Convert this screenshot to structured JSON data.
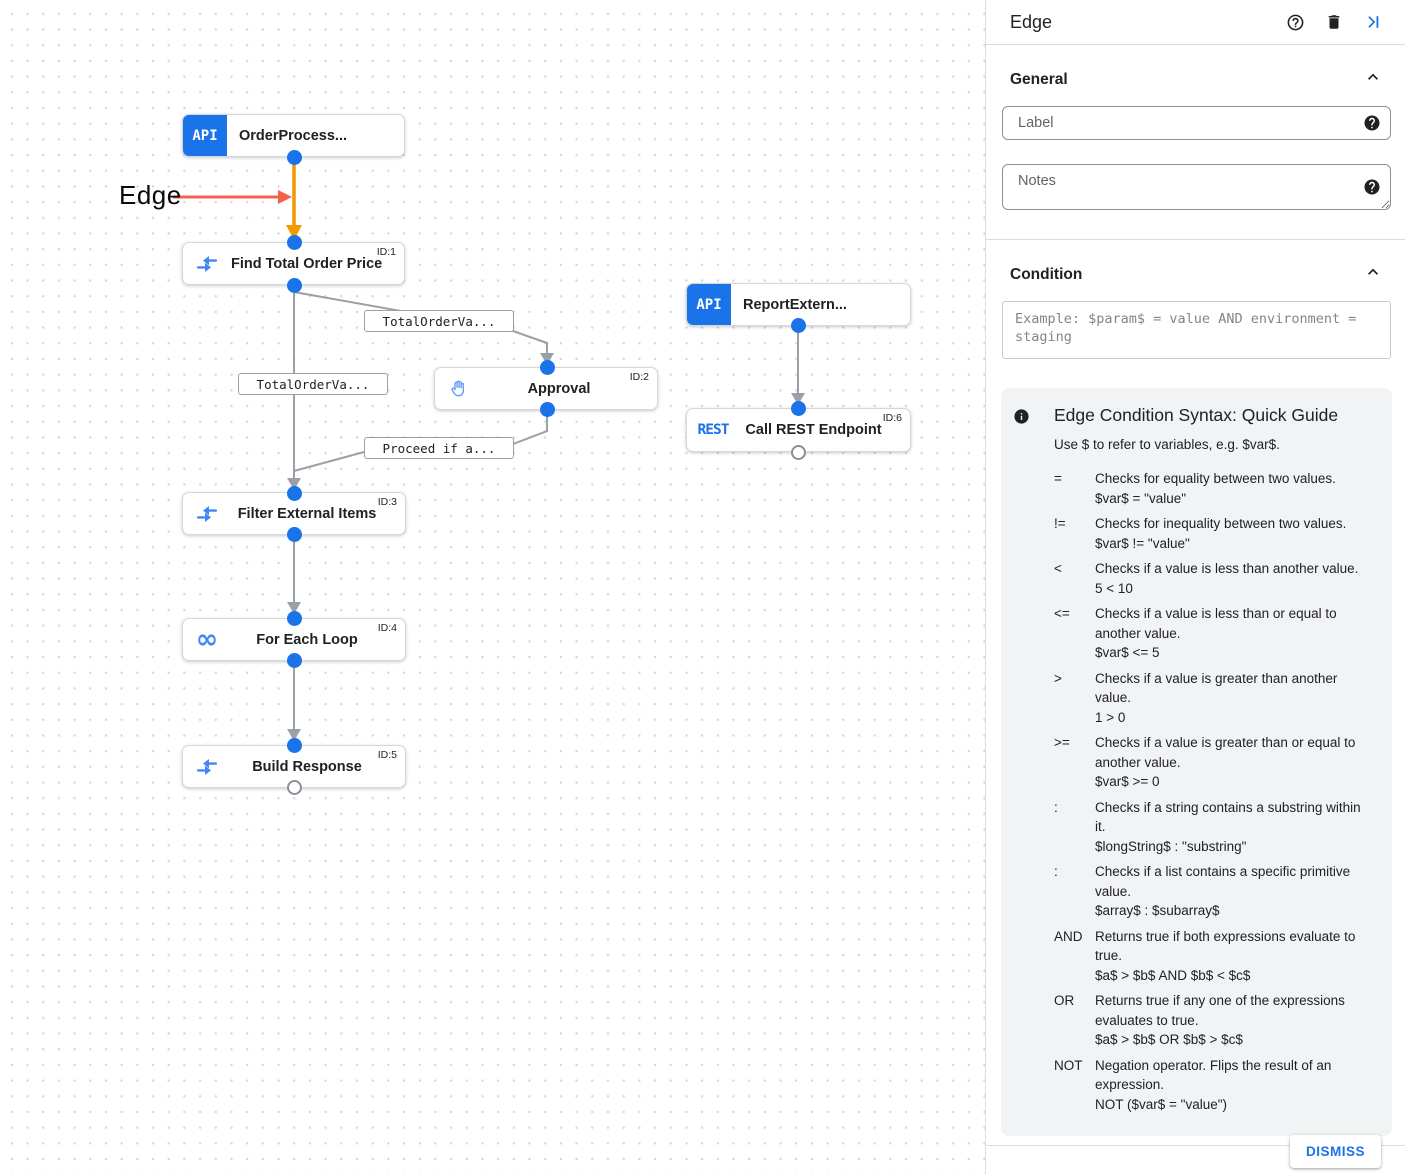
{
  "colors": {
    "accent_blue": "#1a73e8",
    "icon_blue": "#4285f4",
    "selected_edge_orange": "#f29900",
    "annotation_red": "#f4604c",
    "edge_gray": "#9aa0a6"
  },
  "canvas": {
    "annotation_label": "Edge",
    "nodes": [
      {
        "title": "OrderProcess...",
        "badge": "API",
        "id_tag": ""
      },
      {
        "title": "Find Total Order Price",
        "id_tag": "ID:1",
        "icon": "data-mapping"
      },
      {
        "title": "ReportExtern...",
        "badge": "API",
        "id_tag": ""
      },
      {
        "title": "Approval",
        "id_tag": "ID:2",
        "icon": "hand"
      },
      {
        "title": "Call REST Endpoint",
        "id_tag": "ID:6",
        "icon_text": "REST"
      },
      {
        "title": "Filter External Items",
        "id_tag": "ID:3",
        "icon": "data-mapping"
      },
      {
        "title": "For Each Loop",
        "id_tag": "ID:4",
        "icon_text": "∞"
      },
      {
        "title": "Build Response",
        "id_tag": "ID:5",
        "icon": "data-mapping"
      }
    ],
    "edge_labels": [
      "TotalOrderVa...",
      "TotalOrderVa...",
      "Proceed if a..."
    ]
  },
  "panel": {
    "title": "Edge",
    "sections": {
      "general": "General",
      "condition": "Condition"
    },
    "fields": {
      "label_placeholder": "Label",
      "notes_placeholder": "Notes",
      "condition_placeholder": "Example: $param$ = value AND environment = staging"
    },
    "guide": {
      "title": "Edge Condition Syntax: Quick Guide",
      "intro": "Use $ to refer to variables, e.g. $var$.",
      "rules": [
        {
          "op": "=",
          "desc": "Checks for equality between two values.",
          "example": "$var$ = \"value\""
        },
        {
          "op": "!=",
          "desc": "Checks for inequality between two values.",
          "example": "$var$ != \"value\""
        },
        {
          "op": "<",
          "desc": "Checks if a value is less than another value.",
          "example": "5 < 10"
        },
        {
          "op": "<=",
          "desc": "Checks if a value is less than or equal to another value.",
          "example": "$var$ <= 5"
        },
        {
          "op": ">",
          "desc": "Checks if a value is greater than another value.",
          "example": "1 > 0"
        },
        {
          "op": ">=",
          "desc": "Checks if a value is greater than or equal to another value.",
          "example": "$var$ >= 0"
        },
        {
          "op": ":",
          "desc": "Checks if a string contains a substring within it.",
          "example": "$longString$ : \"substring\""
        },
        {
          "op": ":",
          "desc": "Checks if a list contains a specific primitive value.",
          "example": "$array$ : $subarray$"
        },
        {
          "op": "AND",
          "desc": "Returns true if both expressions evaluate to true.",
          "example": "$a$ > $b$ AND $b$ < $c$"
        },
        {
          "op": "OR",
          "desc": "Returns true if any one of the expressions evaluates to true.",
          "example": "$a$ > $b$ OR $b$ > $c$"
        },
        {
          "op": "NOT",
          "desc": "Negation operator. Flips the result of an expression.",
          "example": "NOT ($var$ = \"value\")"
        }
      ]
    },
    "dismiss_label": "DISMISS"
  }
}
